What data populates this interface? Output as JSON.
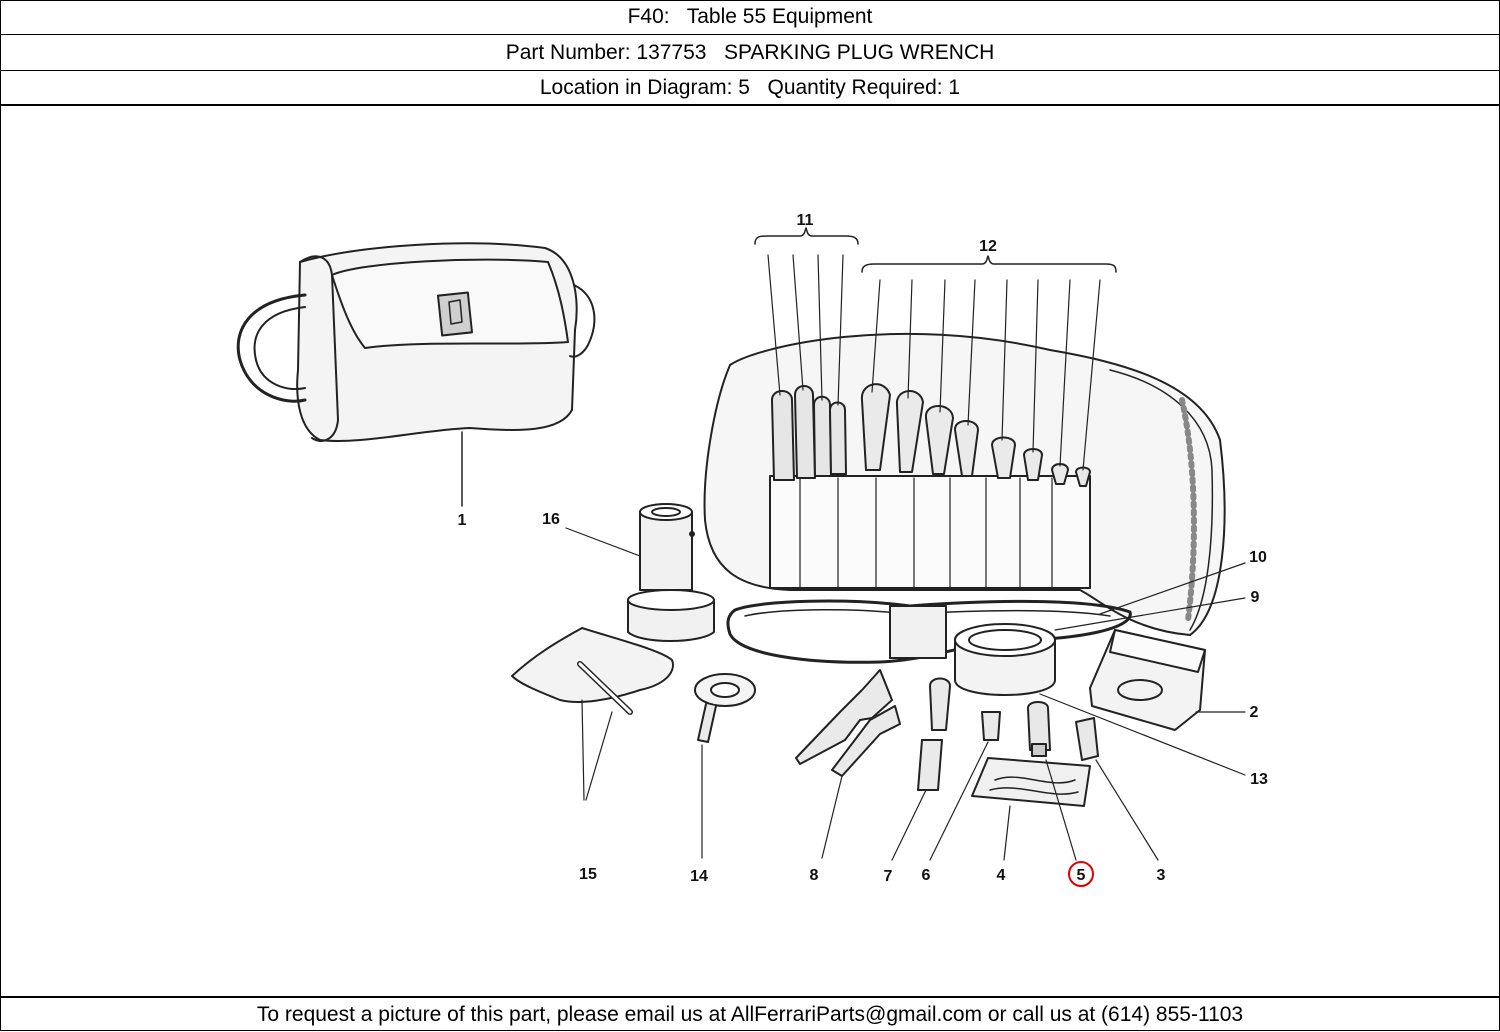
{
  "header": {
    "title_line": "F40:   Table 55 Equipment",
    "part_line": "Part Number: 137753   SPARKING PLUG WRENCH",
    "location_line": "Location in Diagram: 5   Quantity Required: 1"
  },
  "diagram": {
    "callouts": [
      "1",
      "2",
      "3",
      "4",
      "5",
      "6",
      "7",
      "8",
      "9",
      "10",
      "11",
      "12",
      "13",
      "14",
      "15",
      "16"
    ],
    "highlighted_callout": "5",
    "highlight_color": "#e00000"
  },
  "footer": {
    "text": "To request a picture of this part, please email us at AllFerrariParts@gmail.com or call us at (614) 855-1103"
  }
}
